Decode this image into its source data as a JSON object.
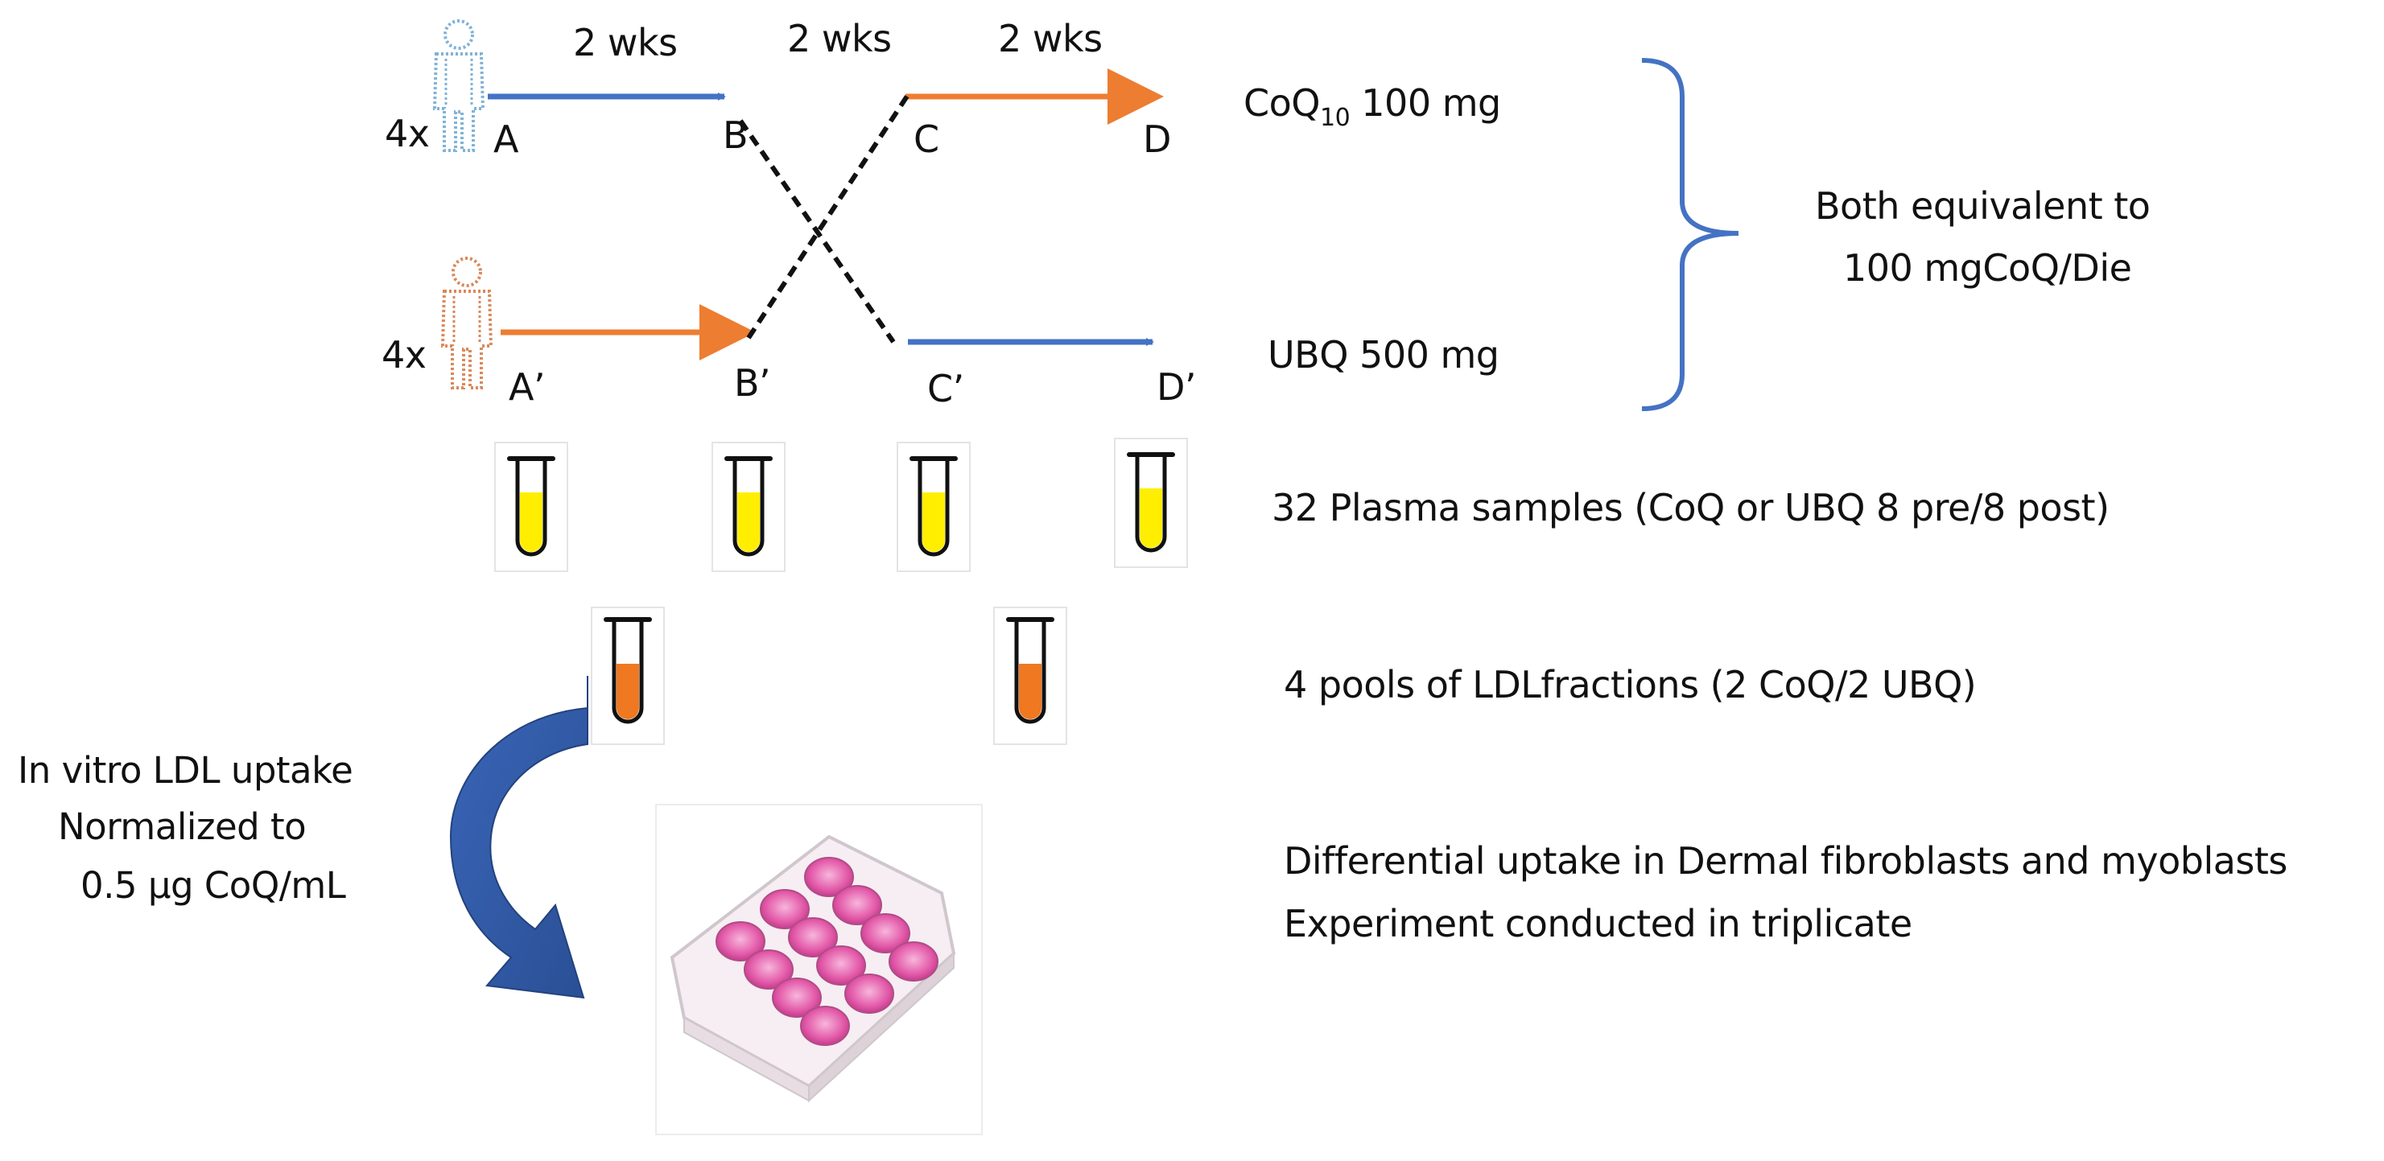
{
  "durations": [
    "2 wks",
    "2 wks",
    "2 wks"
  ],
  "groups": [
    {
      "count": "4x",
      "start": "A",
      "mid1": "B",
      "mid2": "C",
      "end": "D",
      "treatment": {
        "prefix": "CoQ",
        "sub": "10",
        "suffix": " 100 mg"
      }
    },
    {
      "count": "4x",
      "start": "A’",
      "mid1": "B’",
      "mid2": "C’",
      "end": "D’",
      "treatment": {
        "prefix": "UBQ 500 mg",
        "sub": "",
        "suffix": ""
      }
    }
  ],
  "equivalence": {
    "line1": "Both equivalent to",
    "line2": "100 mgCoQ/Die"
  },
  "plasma": {
    "label": "32 Plasma samples (CoQ or UBQ 8  pre/8 post)"
  },
  "ldl": {
    "label": "4 pools of LDLfractions  (2 CoQ/2 UBQ)"
  },
  "uptake": {
    "line1": "In vitro LDL uptake",
    "line2": "Normalized to",
    "line3": "0.5 µg CoQ/mL"
  },
  "result": {
    "line1": "Differential uptake in Dermal fibroblasts and myoblasts",
    "line2": "Experiment conducted  in triplicate"
  },
  "colors": {
    "blue": "#4472c4",
    "orange": "#ed7d31",
    "brace": "#4472c4",
    "plasma": "#ffee00",
    "ldl": "#f07820",
    "arrow_curve": "#2f5597",
    "plate_pink": "#e05aa8"
  },
  "icons": [
    "person-icon",
    "test-tube-icon",
    "curved-arrow-icon",
    "well-plate-icon"
  ]
}
